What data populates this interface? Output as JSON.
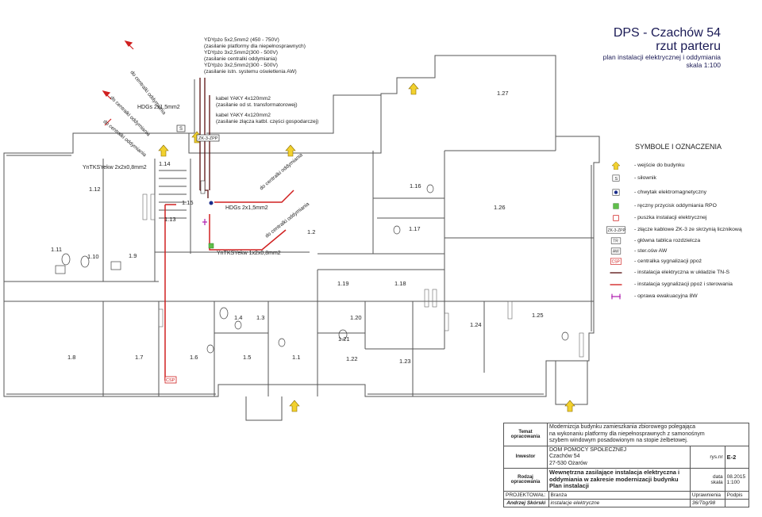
{
  "title": {
    "line1": "DPS - Czachów 54",
    "line2": "rzut parteru",
    "line3": "plan instalacji elektrycznej i oddymiania",
    "line4": "skala 1:100"
  },
  "cable_notes": {
    "top": [
      "YDYpżo 5x2,5mm2  (450 - 750V)",
      "(zasilanie platformy dla niepełnosprawnych)",
      "YDYpżo 3x2,5mm2(300 - 500V)",
      "(zasilanie centralki oddymiania)",
      "YDYpżo 3x2,5mm2(300 - 500V)",
      "(zasilanie istn. systemu oświetlenia AW)"
    ],
    "yaky1": [
      "kabel YAKY 4x120mm2",
      "(zasilanie od st. transformatorowej)"
    ],
    "yaky2": [
      "kabel YAKY 4x120mm2",
      "(zasilanie złącza katbl. części gospodarczej)"
    ]
  },
  "plan_labels": {
    "do_centralki_1": "do centralki oddymiania",
    "do_centralki_2": "do centralki oddymiania",
    "do_centralki_3": "do centralki oddymiania",
    "do_centralki_4": "do centralki oddymiania",
    "do_centralki_5": "do centralki oddymiania",
    "hdgs_left": "HDGs 2x1,5mm2",
    "hdgs_mid": "HDGs 2x1,5mm2",
    "yntks_top": "YnTKSYekw 2x2x0,8mm2",
    "yntks_mid": "YnTKSYekw 1x2x0,8mm2",
    "zk_label": "ZK-3-ZPP",
    "s_label": "S",
    "csp_label": "CSP"
  },
  "rooms": [
    "1.27",
    "1.14",
    "1.12",
    "1.15",
    "1.13",
    "1.16",
    "1.26",
    "1.11",
    "1.10",
    "1.9",
    "1.2",
    "1.17",
    "1.19",
    "1.18",
    "1.4",
    "1.3",
    "1.20",
    "1.24",
    "1.25",
    "1.21",
    "1.8",
    "1.7",
    "1.6",
    "1.5",
    "1.1",
    "1.22",
    "1.23"
  ],
  "legend": {
    "title": "SYMBOLE I OZNACZENIA",
    "items": [
      {
        "sym": "arrow",
        "text": "- wejście do budynku"
      },
      {
        "sym": "S",
        "text": "- siłownik"
      },
      {
        "sym": "dot",
        "text": "- chwytak elektromagnetyczny"
      },
      {
        "sym": "rpo",
        "text": "- ręczny przycisk oddymiania RPO"
      },
      {
        "sym": "puszka",
        "text": "- puszka instalacji elektrycznej"
      },
      {
        "sym": "ZK-3-ZPP",
        "text": "- złącze kablowe ZK-3 ze skrzynią licznikową"
      },
      {
        "sym": "TR",
        "text": "- główna tablica rozdzielcza"
      },
      {
        "sym": "AW",
        "text": "- ster.ośw AW"
      },
      {
        "sym": "CSP",
        "text": "- centralka sygnalizacji ppoż"
      },
      {
        "sym": "line-dark",
        "text": "- instalacja elektryczna w układzie TN-S"
      },
      {
        "sym": "line-red",
        "text": "- instalacja sygnalizacji ppoż i sterowania"
      },
      {
        "sym": "oprawa",
        "text": "- oprawa ewakuacyjna 8W"
      }
    ]
  },
  "title_block": {
    "temat_label": "Temat opracowania",
    "temat": [
      "Modernizcja budynku zamieszkania zbiorowego polegająca",
      "na wykonaniu platformy dla niepełnosprawnych z samonośnym",
      "szybem windowym posadowionym na stopie żelbetowej."
    ],
    "inwestor_label": "Inwestor",
    "inwestor": [
      "DOM POMOCY SPOŁECZNEJ",
      "Czachów 54",
      "27-530 Ożarów"
    ],
    "rodzaj_label": "Rodzaj opracowania",
    "rodzaj": [
      "Wewnętrzna zasilające instalacja elektryczna i",
      "oddymiania w zakresie modernizacji budynku",
      "Plan instalacji"
    ],
    "rys_label": "rys.nr",
    "rys": "E-2",
    "data_label": "data",
    "data": "08.2015",
    "skala_label": "skala",
    "skala": "1:100",
    "projektowal": "PROJEKTOWAŁ:",
    "autor": "Andrzej Skórski",
    "branza_label": "Branża",
    "branza": "instalacje elektryczne",
    "uprawnienia_label": "Uprawnienia",
    "uprawnienia": "36/Tbg/98",
    "podpis_label": "Podpis"
  }
}
